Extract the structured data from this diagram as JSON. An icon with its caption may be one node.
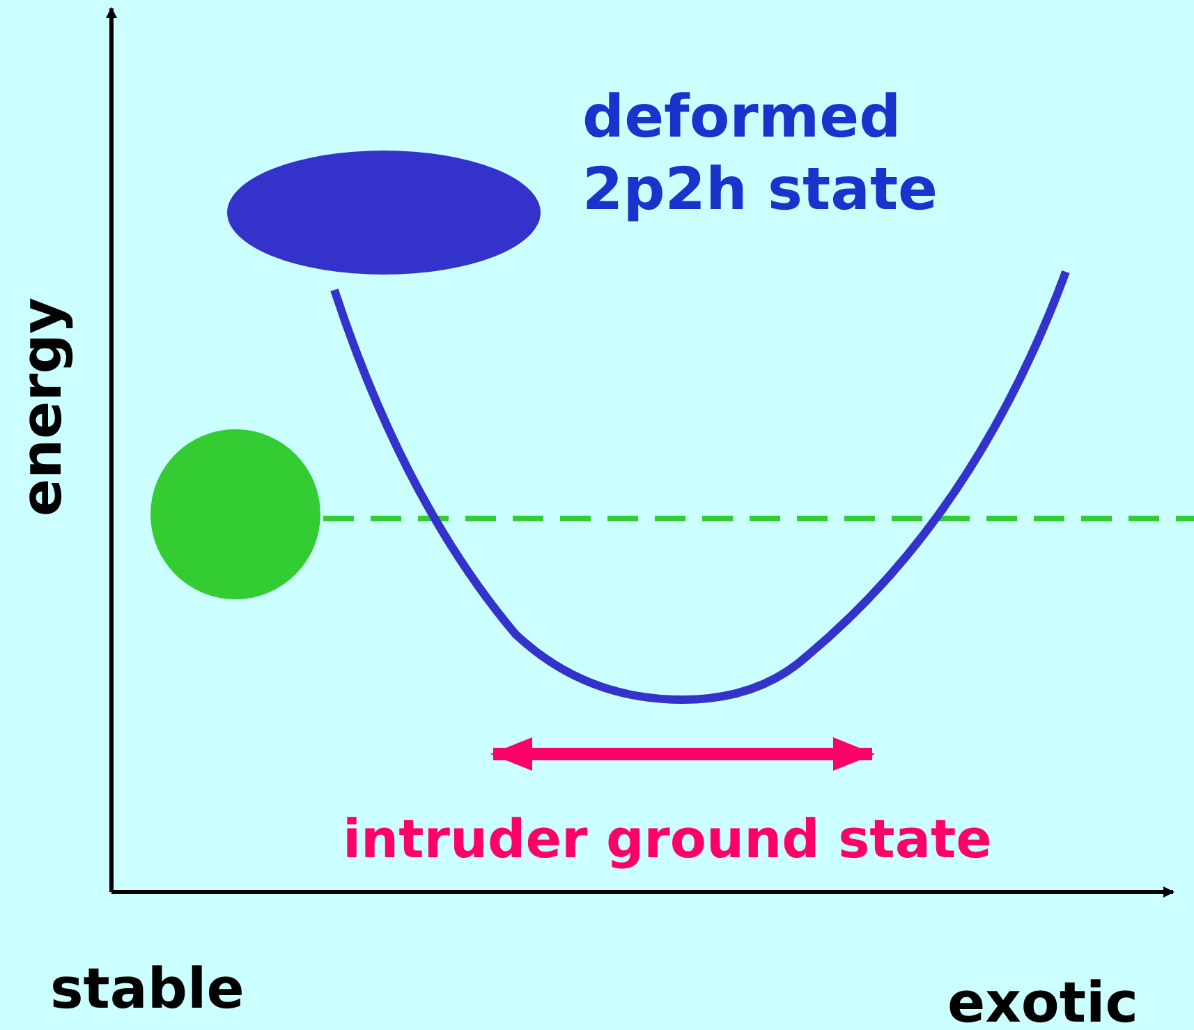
{
  "diagram": {
    "nodes": [
      {
        "text": [],
        "shape": "ellipse",
        "beside": [
          "deformed 2p2h state"
        ]
      },
      {
        "text": [],
        "shape": "circle"
      }
    ],
    "labels": [
      "energy",
      "intruder ground state",
      "stable",
      "exotic"
    ]
  }
}
